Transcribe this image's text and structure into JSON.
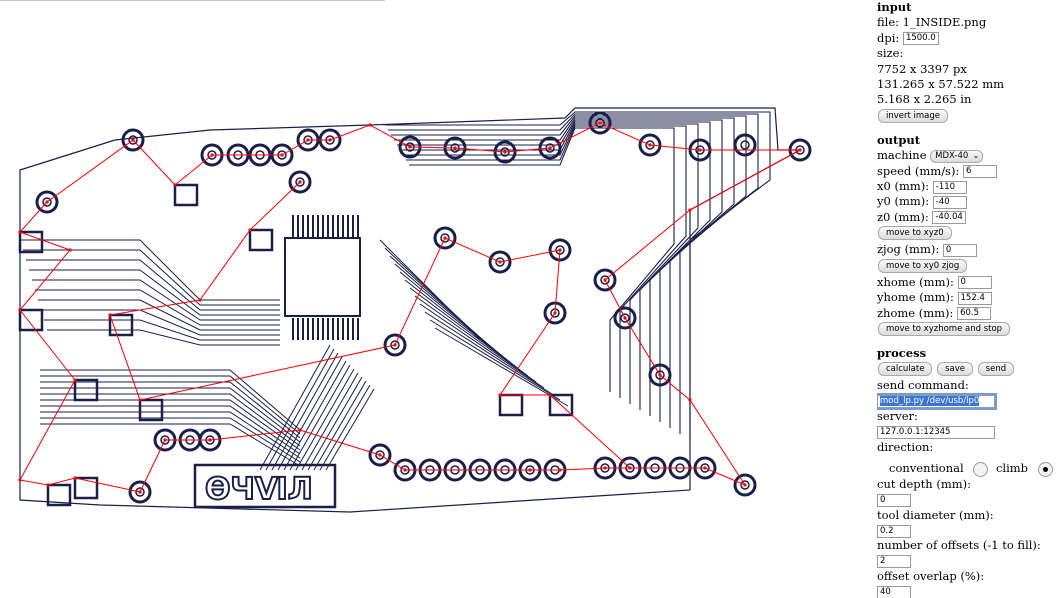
{
  "input": {
    "title": "input",
    "file": "file: 1_INSIDE.png",
    "dpi_label": "dpi:",
    "dpi_value": "1500.0",
    "size_label": "size:",
    "size_px": "7752 x 3397 px",
    "size_mm": "131.265 x 57.522 mm",
    "size_in": "5.168 x 2.265 in",
    "invert_button": "invert image"
  },
  "output": {
    "title": "output",
    "machine_label": "machine",
    "machine_value": "MDX-40",
    "speed_label": "speed (mm/s):",
    "speed_value": "6",
    "x0_label": "x0 (mm):",
    "x0_value": "-110",
    "y0_label": "y0 (mm):",
    "y0_value": "-40",
    "z0_label": "z0 (mm):",
    "z0_value": "-40.04",
    "move_xyz0_button": "move to xyz0",
    "zjog_label": "zjog (mm):",
    "zjog_value": "0",
    "move_xy0_zjog_button": "move to xy0 zjog",
    "xhome_label": "xhome (mm):",
    "xhome_value": "0",
    "yhome_label": "yhome (mm):",
    "yhome_value": "152.4",
    "zhome_label": "zhome (mm):",
    "zhome_value": "60.5",
    "move_home_button": "move to xyzhome and stop"
  },
  "process": {
    "title": "process",
    "calculate_button": "calculate",
    "save_button": "save",
    "send_button": "send",
    "send_command_label": "send command:",
    "send_command_value": "mod_lp.py /dev/usb/lp0",
    "server_label": "server:",
    "server_value": "127.0.0.1:12345",
    "direction_label": "direction:",
    "conventional_label": "conventional",
    "climb_label": "climb",
    "direction_selected": "climb",
    "cut_depth_label": "cut depth (mm):",
    "cut_depth_value": "0",
    "tool_diameter_label": "tool diameter (mm):",
    "tool_diameter_value": "0.2",
    "offsets_label": "number of offsets (-1 to fill):",
    "offsets_value": "2",
    "overlap_label": "offset overlap (%):",
    "overlap_value": "40"
  },
  "colors": {
    "trace": "#1a1f4a",
    "path": "#ff0000"
  }
}
